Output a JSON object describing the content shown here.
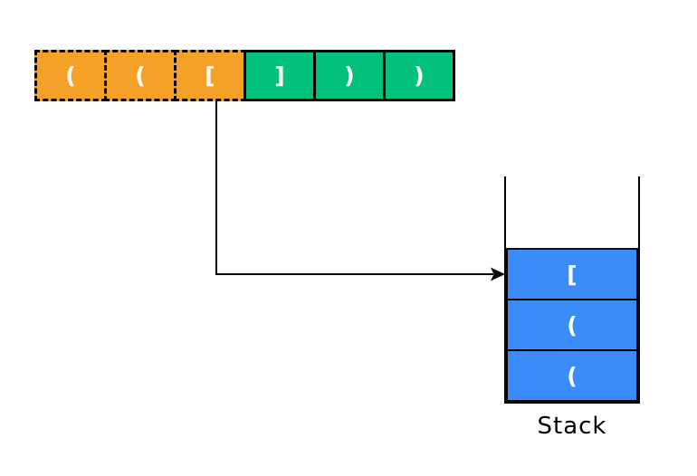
{
  "sequence": {
    "cells": [
      {
        "char": "(",
        "status": "processed"
      },
      {
        "char": "(",
        "status": "processed"
      },
      {
        "char": "[",
        "status": "processed"
      },
      {
        "char": "]",
        "status": "pending"
      },
      {
        "char": ")",
        "status": "pending"
      },
      {
        "char": ")",
        "status": "pending"
      }
    ]
  },
  "stack": {
    "label": "Stack",
    "items": [
      {
        "char": "["
      },
      {
        "char": "("
      },
      {
        "char": "("
      }
    ]
  },
  "colors": {
    "processed_cell": "#F5A128",
    "pending_cell": "#04C07D",
    "stack_item": "#3A8CF8",
    "arrow": "#000000",
    "glyph": "#FFFFFF",
    "label_text": "#000000"
  }
}
